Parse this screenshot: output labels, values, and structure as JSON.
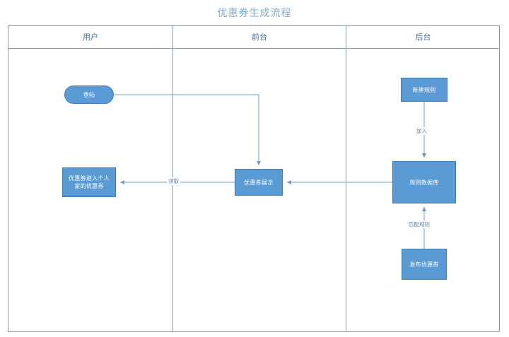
{
  "title": "优惠券生成流程",
  "lanes": [
    {
      "id": "user",
      "label": "用户"
    },
    {
      "id": "frontend",
      "label": "前台"
    },
    {
      "id": "backend",
      "label": "后台"
    }
  ],
  "nodes": [
    {
      "id": "login",
      "lane": "user",
      "shape": "rounded",
      "label": "登陆"
    },
    {
      "id": "coupon-personal",
      "lane": "user",
      "shape": "rectangle",
      "label": "优惠券进入个人家的优惠券"
    },
    {
      "id": "coupon-display",
      "lane": "frontend",
      "shape": "rectangle",
      "label": "优惠券展示"
    },
    {
      "id": "new-rule",
      "lane": "backend",
      "shape": "rectangle",
      "label": "新建规则"
    },
    {
      "id": "rule-db",
      "lane": "backend",
      "shape": "rectangle",
      "label": "规则数据库"
    },
    {
      "id": "publish",
      "lane": "backend",
      "shape": "rectangle",
      "label": "发布优惠券"
    }
  ],
  "edges": [
    {
      "id": "login-to-display",
      "from": "login",
      "to": "coupon-display",
      "label": ""
    },
    {
      "id": "ruledb-to-display",
      "from": "rule-db",
      "to": "coupon-display",
      "label": ""
    },
    {
      "id": "display-to-personal",
      "from": "coupon-display",
      "to": "coupon-personal",
      "label": "领取"
    },
    {
      "id": "newrule-to-ruledb",
      "from": "new-rule",
      "to": "rule-db",
      "label": "加入"
    },
    {
      "id": "publish-to-ruledb",
      "from": "publish",
      "to": "rule-db",
      "label": "匹配规则"
    }
  ],
  "colors": {
    "node_fill": "#5B9BD5",
    "node_border": "#3F7CB5",
    "node_text": "#FFFFFF",
    "title_text": "#7FA9D8",
    "lane_border": "#8C9BA8",
    "lane_title_text": "#4C6B96",
    "connector": "#6A9BD0",
    "edge_label_text": "#5B7FA8",
    "background": "#FFFFFF"
  }
}
